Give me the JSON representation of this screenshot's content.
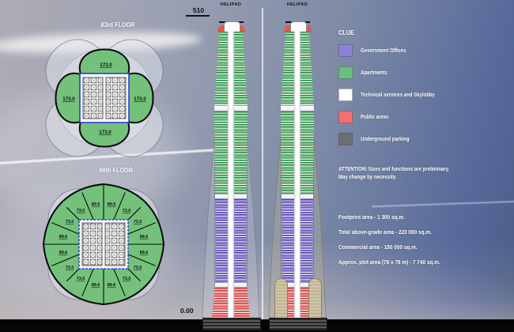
{
  "floor_plans": {
    "plan83": {
      "title": "83rd FLOOR",
      "labels": [
        "173.0",
        "173.0",
        "173.0",
        "173.0"
      ]
    },
    "plan60": {
      "title": "60th FLOOR",
      "labels": [
        "89.6",
        "73.0",
        "73.0",
        "89.6",
        "89.6",
        "73.0",
        "73.0",
        "89.6",
        "89.6",
        "73.0",
        "73.0",
        "89.6",
        "89.6",
        "73.0",
        "73.0",
        "89.6"
      ]
    }
  },
  "elevation": {
    "height_label": "510",
    "ground_label": "0.00",
    "helipad_left": "HELIPAD",
    "helipad_right": "HELIPAD"
  },
  "legend": {
    "title": "CLUE",
    "items": [
      {
        "label": "Government Offices",
        "color": "#9181d6"
      },
      {
        "label": "Apartments",
        "color": "#6cbf82"
      },
      {
        "label": "Technical services and Skylobby",
        "color": "#ffffff"
      },
      {
        "label": "Public areas",
        "color": "#f47070"
      },
      {
        "label": "Underground parking",
        "color": "#6f6f71"
      }
    ]
  },
  "notes": {
    "line1": "ATTENTION! Sizes and functions are preliminary.",
    "line2": "May change by necessity."
  },
  "stats": {
    "items": [
      "Footprint area - 1 300 sq.m.",
      "Total above-grade area - 223 000 sq.m.",
      "Commercial area - 150 000 sq.m.",
      "Approx. plot area (78 x 78 m) - 7 740 sq.m."
    ]
  }
}
